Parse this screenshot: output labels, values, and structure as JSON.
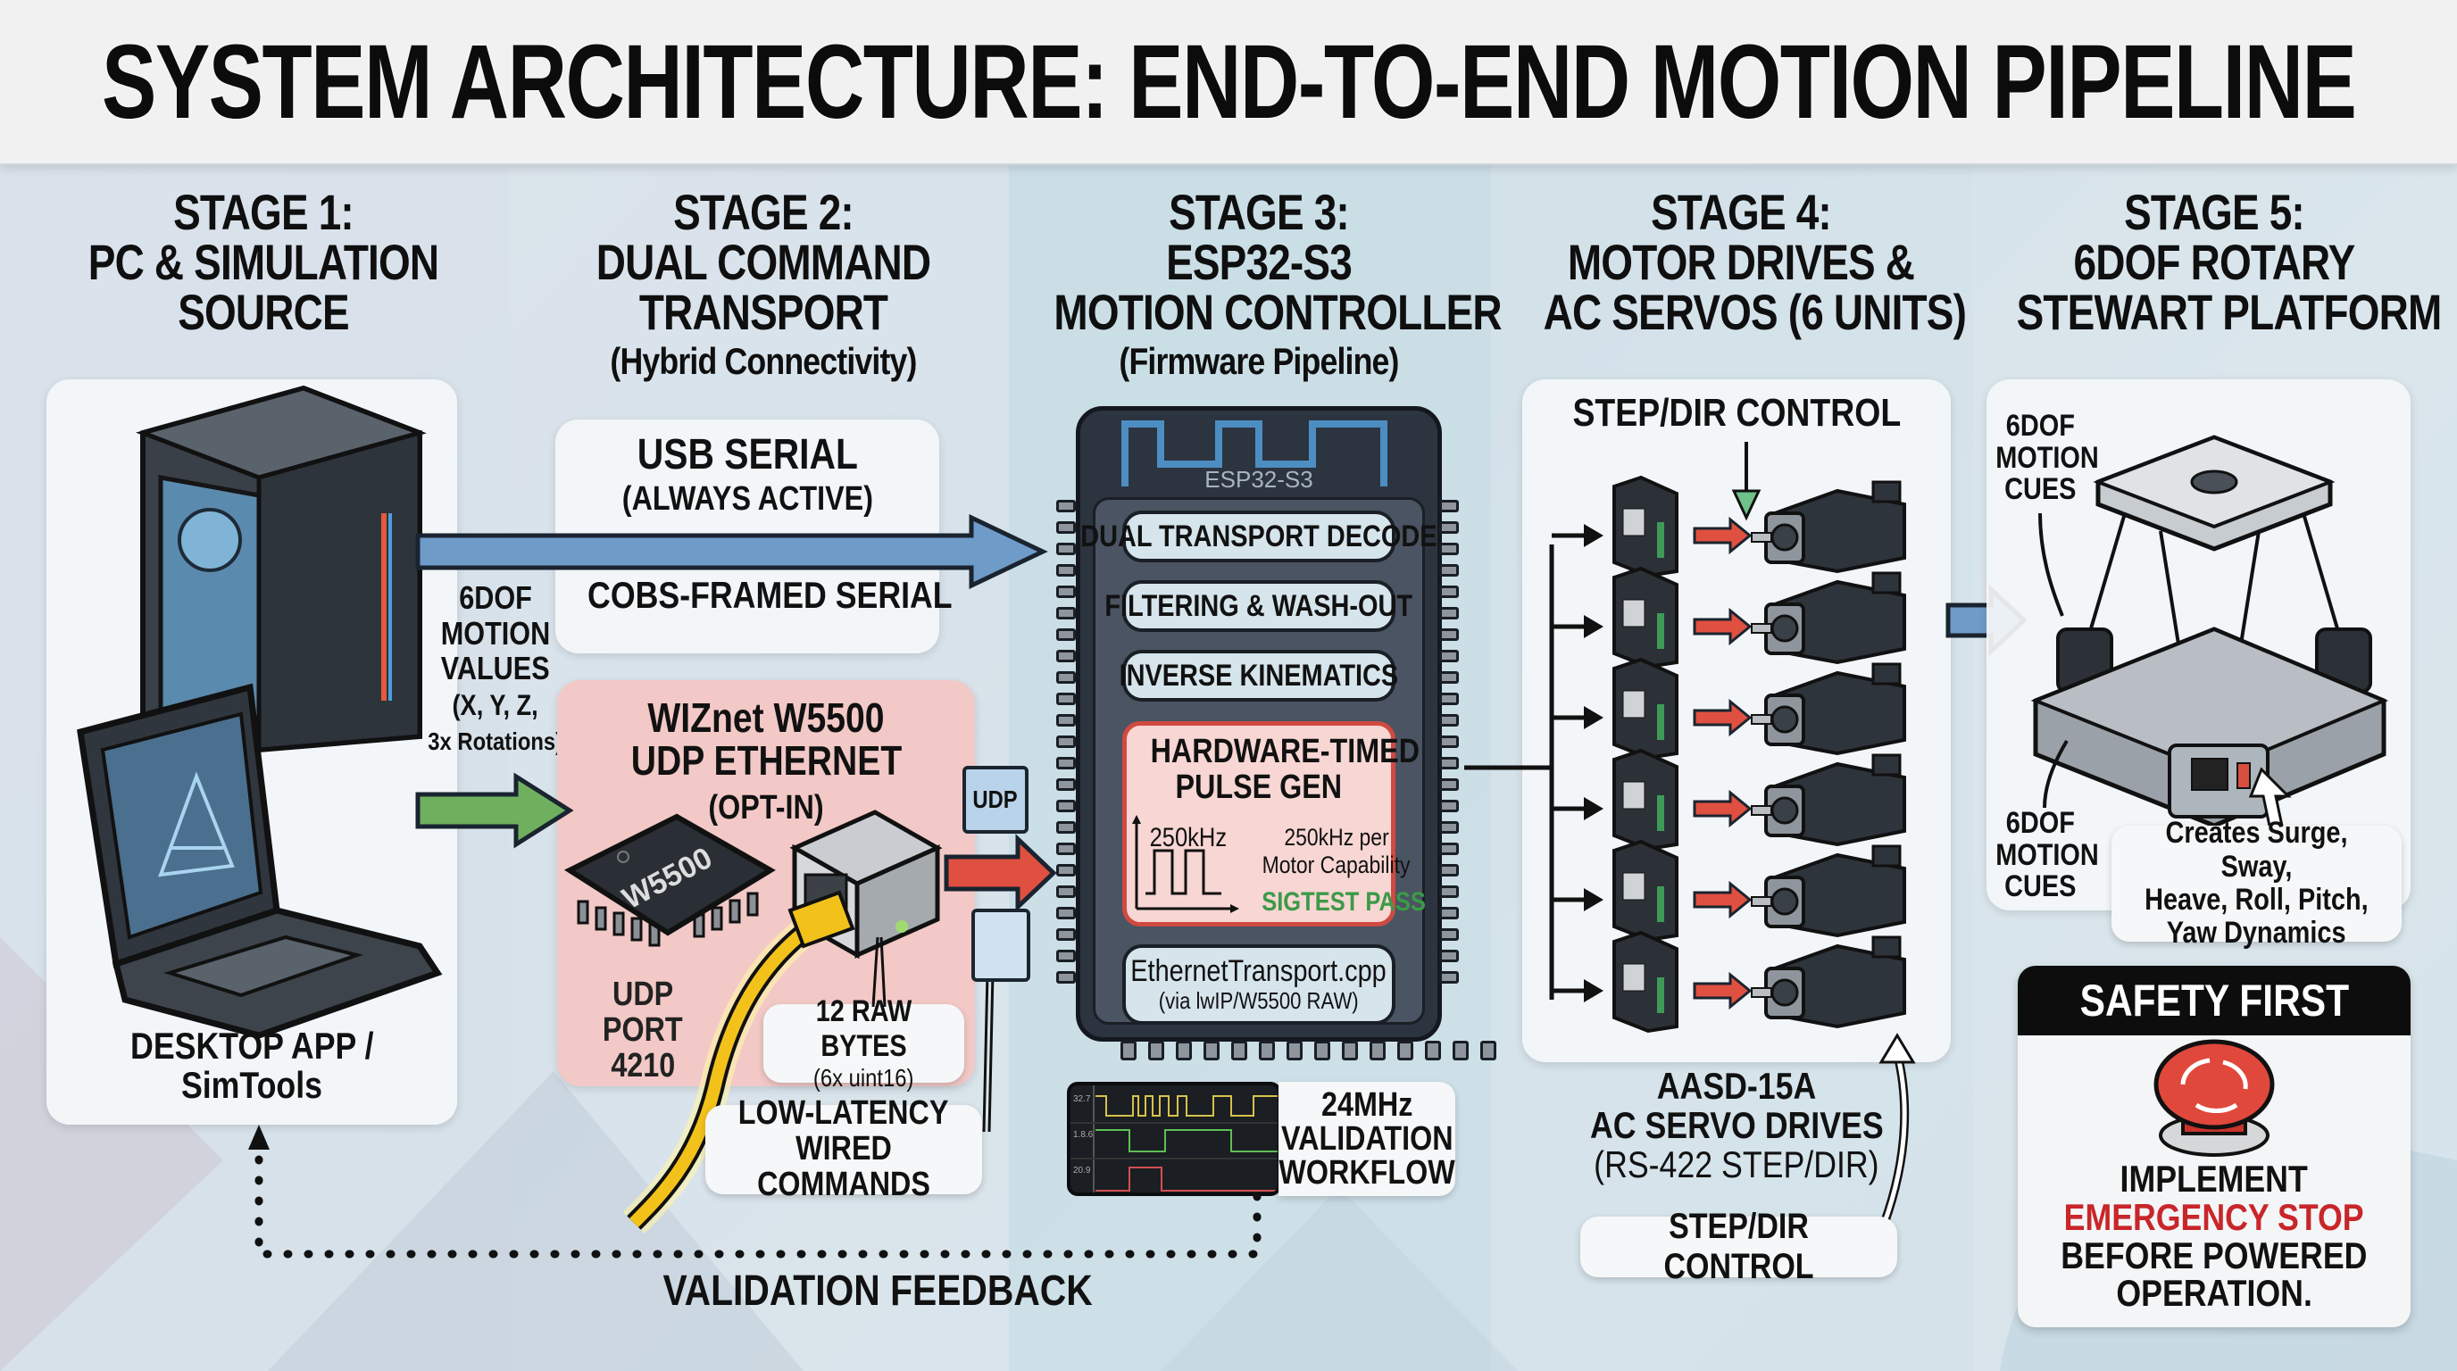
{
  "title": "SYSTEM ARCHITECTURE: END-TO-END MOTION PIPELINE",
  "colors": {
    "usb_arrow": "#6f9bc8",
    "udp_arrow_in": "#6fb05f",
    "udp_arrow_out": "#e05040",
    "udp_panel": "#f2c9c6",
    "pulse_gen_panel": "#f7d6d3",
    "sigtest_pass": "#3c9a48",
    "emergency_text": "#c8262a",
    "chip_body": "#2c3440",
    "cable": "#f2c21b"
  },
  "stages": [
    {
      "id": "stage1",
      "heading": [
        "STAGE 1:",
        "PC & SIMULATION",
        "SOURCE"
      ],
      "subheading": "",
      "card_label": [
        "DESKTOP APP /",
        "SimTools"
      ],
      "icons": [
        "desktop-tower",
        "rugged-laptop"
      ]
    },
    {
      "id": "stage2",
      "heading": [
        "STAGE 2:",
        "DUAL COMMAND",
        "TRANSPORT"
      ],
      "subheading": "(Hybrid Connectivity)",
      "usb": {
        "title": "USB SERIAL",
        "subtitle": "(ALWAYS ACTIVE)",
        "framing": "COBS-FRAMED SERIAL"
      },
      "ethernet": {
        "title": "WIZnet W5500",
        "subtitle": "UDP ETHERNET",
        "mode": "(OPT-IN)",
        "chip_label": "W5500",
        "port_label": [
          "UDP",
          "PORT",
          "4210"
        ],
        "payload_title": "12 RAW BYTES",
        "payload_sub": "(6x uint16)",
        "latency_note": [
          "LOW-LATENCY",
          "WIRED COMMANDS"
        ],
        "packet_tag": "UDP"
      },
      "motion_values": [
        "6DOF",
        "MOTION",
        "VALUES",
        "(X, Y, Z,",
        "3x Rotations)"
      ]
    },
    {
      "id": "stage3",
      "heading": [
        "STAGE 3:",
        "ESP32-S3",
        "MOTION CONTROLLER"
      ],
      "subheading": "(Firmware Pipeline)",
      "chip_name": "ESP32-S3",
      "pipeline": [
        "DUAL TRANSPORT DECODE",
        "FILTERING & WASH-OUT",
        "INVERSE KINEMATICS"
      ],
      "pulse_gen": {
        "title": [
          "HARDWARE-TIMED",
          "PULSE GEN"
        ],
        "freq_label": "250kHz",
        "capability": [
          "250kHz per",
          "Motor Capability"
        ],
        "status": "SIGTEST PASS"
      },
      "transport_file": {
        "name": "EthernetTransport.cpp",
        "detail": "(via lwIP/W5500 RAW)"
      },
      "validation": {
        "label": [
          "24MHz",
          "VALIDATION",
          "WORKFLOW"
        ],
        "channels": [
          "32.7",
          "1.8.6",
          "20.9"
        ]
      }
    },
    {
      "id": "stage4",
      "heading": [
        "STAGE 4:",
        "MOTOR DRIVES &",
        "AC SERVOS (6 UNITS)"
      ],
      "subheading": "",
      "control_top": "STEP/DIR CONTROL",
      "unit_count": 6,
      "drives_label": [
        "AASD-15A",
        "AC SERVO DRIVES",
        "(RS-422 STEP/DIR)"
      ],
      "control_bottom": "STEP/DIR CONTROL"
    },
    {
      "id": "stage5",
      "heading": [
        "STAGE 5:",
        "6DOF ROTARY",
        "STEWART PLATFORM"
      ],
      "subheading": "",
      "cues_top": [
        "6DOF",
        "MOTION",
        "CUES"
      ],
      "cues_bottom": [
        "6DOF",
        "MOTION",
        "CUES"
      ],
      "dynamics": [
        "Creates Surge, Sway,",
        "Heave, Roll, Pitch,",
        "Yaw Dynamics"
      ],
      "safety": {
        "header": "SAFETY FIRST",
        "line1": "IMPLEMENT",
        "line2": "EMERGENCY STOP",
        "line3": "BEFORE POWERED",
        "line4": "OPERATION."
      }
    }
  ],
  "feedback_label": "VALIDATION FEEDBACK"
}
